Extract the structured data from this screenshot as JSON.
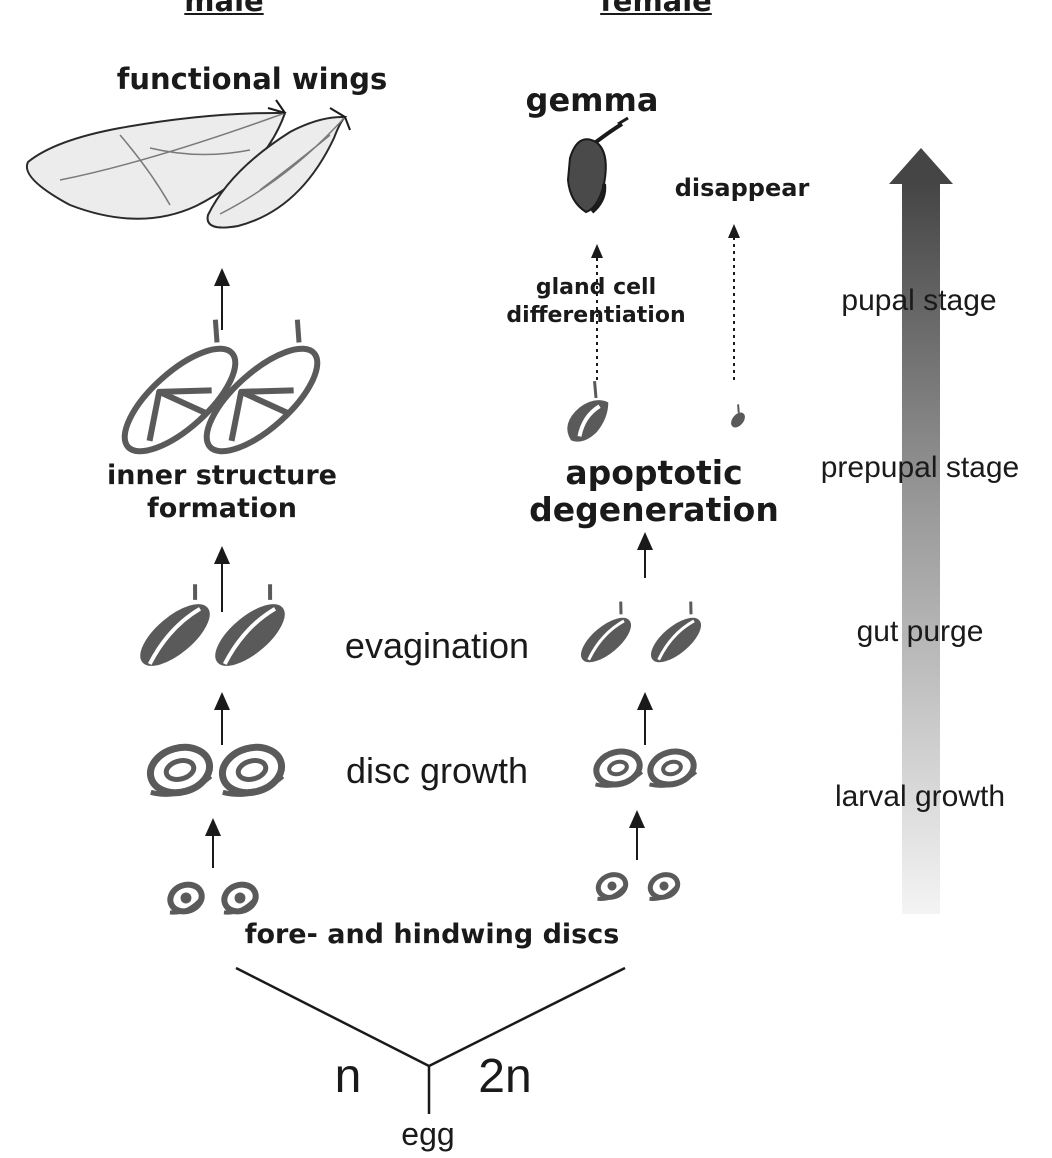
{
  "headers": {
    "male": "male",
    "female": "female"
  },
  "male_labels": {
    "functional_wings": "functional wings",
    "inner_structure_1": "inner structure",
    "inner_structure_2": "formation"
  },
  "female_labels": {
    "gemma": "gemma",
    "disappear": "disappear",
    "gland_1": "gland cell",
    "gland_2": "differentiation",
    "apoptotic_1": "apoptotic",
    "apoptotic_2": "degeneration"
  },
  "shared_labels": {
    "evagination": "evagination",
    "disc_growth": "disc growth",
    "discs": "fore- and hindwing discs",
    "n": "n",
    "two_n": "2n",
    "egg": "egg"
  },
  "stage_arrow": {
    "pupal": "pupal stage",
    "prepupal": "prepupal stage",
    "gut_purge": "gut purge",
    "larval": "larval growth"
  },
  "colors": {
    "ink": "#1a1a1a",
    "disc_fill": "#5a5a5a",
    "arrow_dark": "#4a4a4a",
    "arrow_light": "#f2f2f2"
  }
}
